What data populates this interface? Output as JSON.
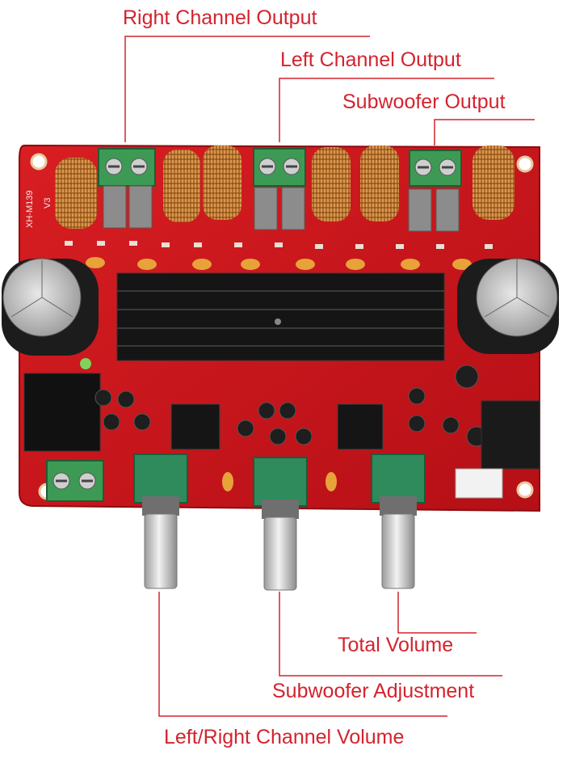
{
  "labels": {
    "right_channel_output": "Right Channel Output",
    "left_channel_output": "Left Channel Output",
    "subwoofer_output": "Subwoofer Output",
    "total_volume": "Total Volume",
    "subwoofer_adjustment": "Subwoofer Adjustment",
    "left_right_channel_volume": "Left/Right Channel Volume"
  },
  "board_markings": {
    "model": "XH-M139",
    "version": "V3"
  },
  "colors": {
    "annotation": "#d4232e",
    "pcb": "#c8141a",
    "heatsink": "#151515",
    "terminal": "#3d9a55",
    "potentiometer": "#2f8a5c",
    "coil": "#c87a2a"
  }
}
